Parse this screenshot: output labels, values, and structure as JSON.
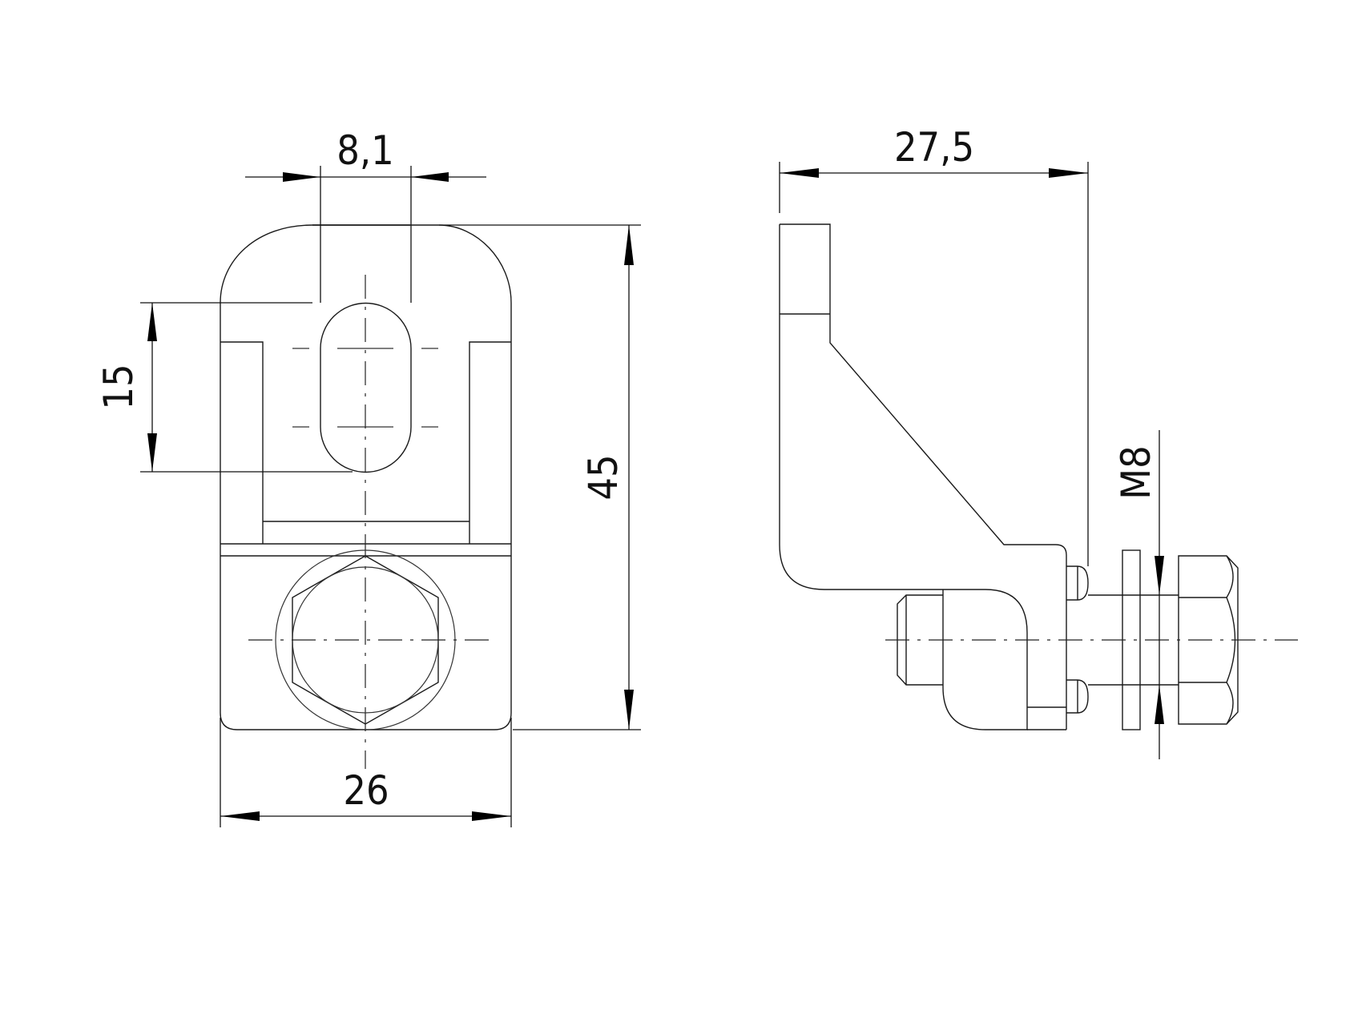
{
  "drawing": {
    "type": "technical-drawing",
    "subject": "T-slot bracket with bolt, washer and nut",
    "line_color": "#1a1a1a",
    "background": "#ffffff",
    "views": [
      {
        "name": "front-view",
        "description": "Front view with oblong slot and hex bolt"
      },
      {
        "name": "side-view",
        "description": "Side view of L-bracket with T-nut, washer and hex nut"
      }
    ]
  },
  "dimensions": {
    "slot_width": "8,1",
    "slot_length": "15",
    "overall_height": "45",
    "overall_width": "26",
    "side_depth": "27,5",
    "thread": "M8"
  }
}
